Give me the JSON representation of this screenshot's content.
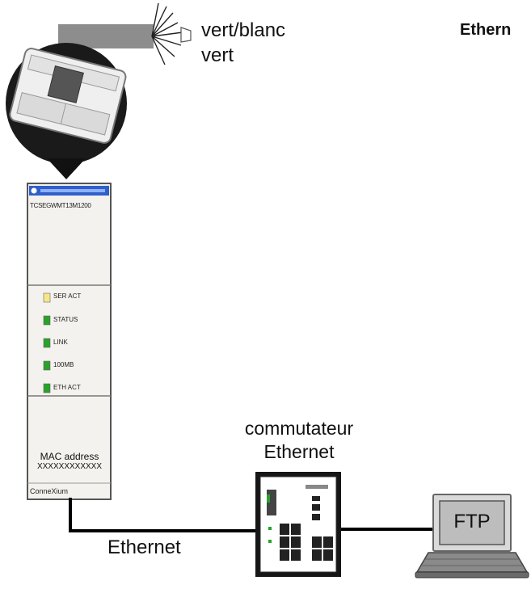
{
  "wire_labels": {
    "wire1": "vert/blanc",
    "wire2": "vert"
  },
  "header_fragment": "Ethern",
  "module": {
    "model": "TCSEGWMT13M1200",
    "leds": [
      {
        "label": "SER ACT",
        "color": "#f5e68a"
      },
      {
        "label": "STATUS",
        "color": "#2aa12a"
      },
      {
        "label": "LINK",
        "color": "#2aa12a"
      },
      {
        "label": "100MB",
        "color": "#2aa12a"
      },
      {
        "label": "ETH ACT",
        "color": "#2aa12a"
      }
    ],
    "mac_label": "MAC address",
    "mac_value": "XXXXXXXXXXXX",
    "brand": "ConneXium"
  },
  "switch_label": {
    "line1": "commutateur",
    "line2": "Ethernet"
  },
  "cable_label": "Ethernet",
  "pc_label": "FTP"
}
